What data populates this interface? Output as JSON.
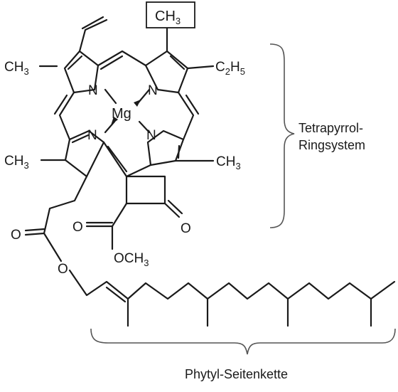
{
  "molecule": {
    "methyl_boxed": {
      "main": "CH",
      "sub": "3"
    },
    "methyl_left_top": {
      "main": "CH",
      "sub": "3"
    },
    "ethyl": {
      "main": "C",
      "sub1": "2",
      "mid": "H",
      "sub2": "5"
    },
    "methyl_left_bottom": {
      "main": "CH",
      "sub": "3"
    },
    "methyl_right_bottom": {
      "main": "CH",
      "sub": "3"
    },
    "methoxy": {
      "main": "OCH",
      "sub": "3"
    },
    "metal": "Mg",
    "nitrogen": "N",
    "oxygen": "O"
  },
  "labels": {
    "tetrapyrrol_line1": "Tetrapyrrol-",
    "tetrapyrrol_line2": "Ringsystem",
    "phytyl": "Phytyl-Seitenkette"
  }
}
